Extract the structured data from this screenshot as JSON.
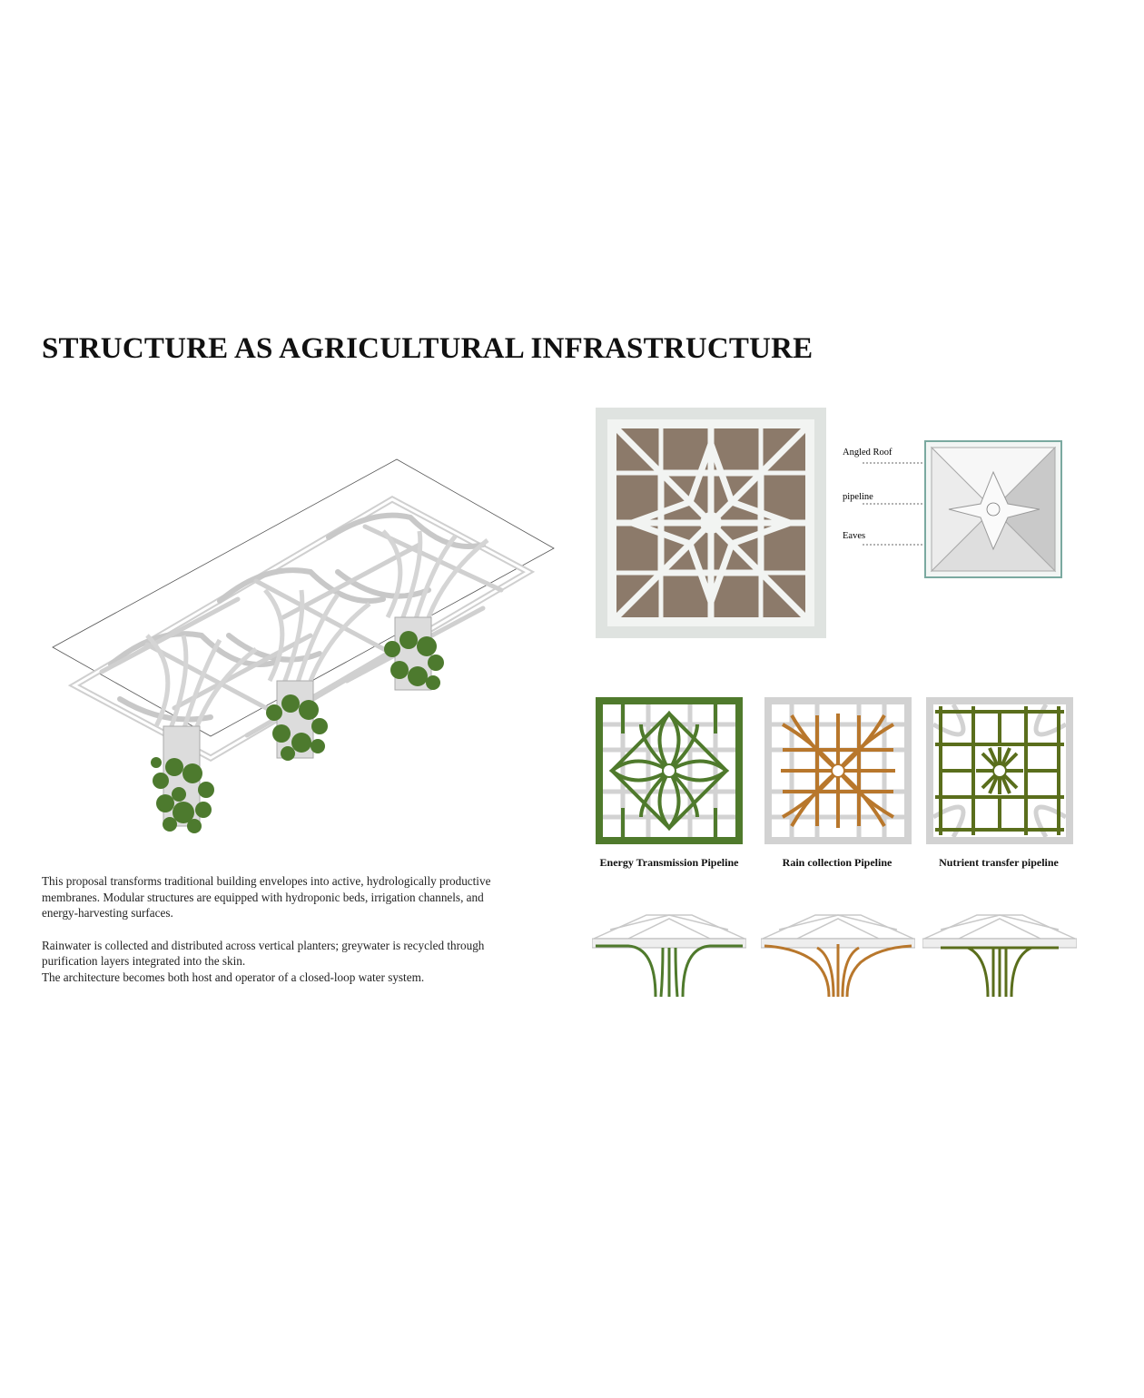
{
  "title": "STRUCTURE AS AGRICULTURAL INFRASTRUCTURE",
  "paragraphs": {
    "p1": "This proposal transforms traditional building envelopes into active, hydrologically productive membranes. Modular structures are equipped with hydroponic beds, irrigation channels, and energy-harvesting surfaces.",
    "p2_line1": "Rainwater is collected and distributed across vertical planters; greywater is recycled through purification layers integrated into the skin.",
    "p2_line2": "The architecture becomes both host and operator of a closed-loop water system."
  },
  "roof_labels": {
    "angled_roof": "Angled Roof",
    "pipeline": "pipeline",
    "eaves": "Eaves"
  },
  "pipelines": [
    {
      "caption": "Energy Transmission Pipeline",
      "color": "#4f7a2c"
    },
    {
      "caption": "Rain collection Pipeline",
      "color": "#b8772c"
    },
    {
      "caption": "Nutrient transfer pipeline",
      "color": "#5a6e1c"
    }
  ],
  "colors": {
    "lattice": "#e6e6e6",
    "lattice_stroke": "#9a9a9a",
    "foliage": "#4d7a2e",
    "model_bg": "#8c7a6a"
  }
}
